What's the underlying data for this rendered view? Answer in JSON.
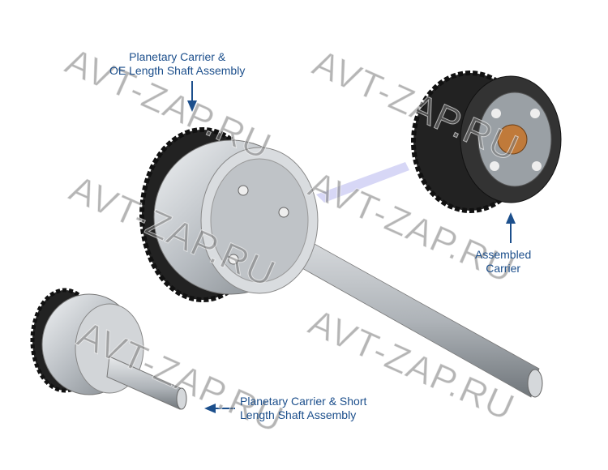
{
  "labels": {
    "oe_shaft": [
      "Planetary Carrier &",
      "OE Length Shaft Assembly"
    ],
    "assembled": [
      "Assembled",
      "Carrier"
    ],
    "short_shaft": [
      "Planetary Carrier & Short",
      "Length Shaft Assembly"
    ]
  },
  "watermark": "AVT-ZAP.RU",
  "colors": {
    "label": "#1c4f8c",
    "metal": "#c8ccd0",
    "gear": "#2a2a2a"
  }
}
